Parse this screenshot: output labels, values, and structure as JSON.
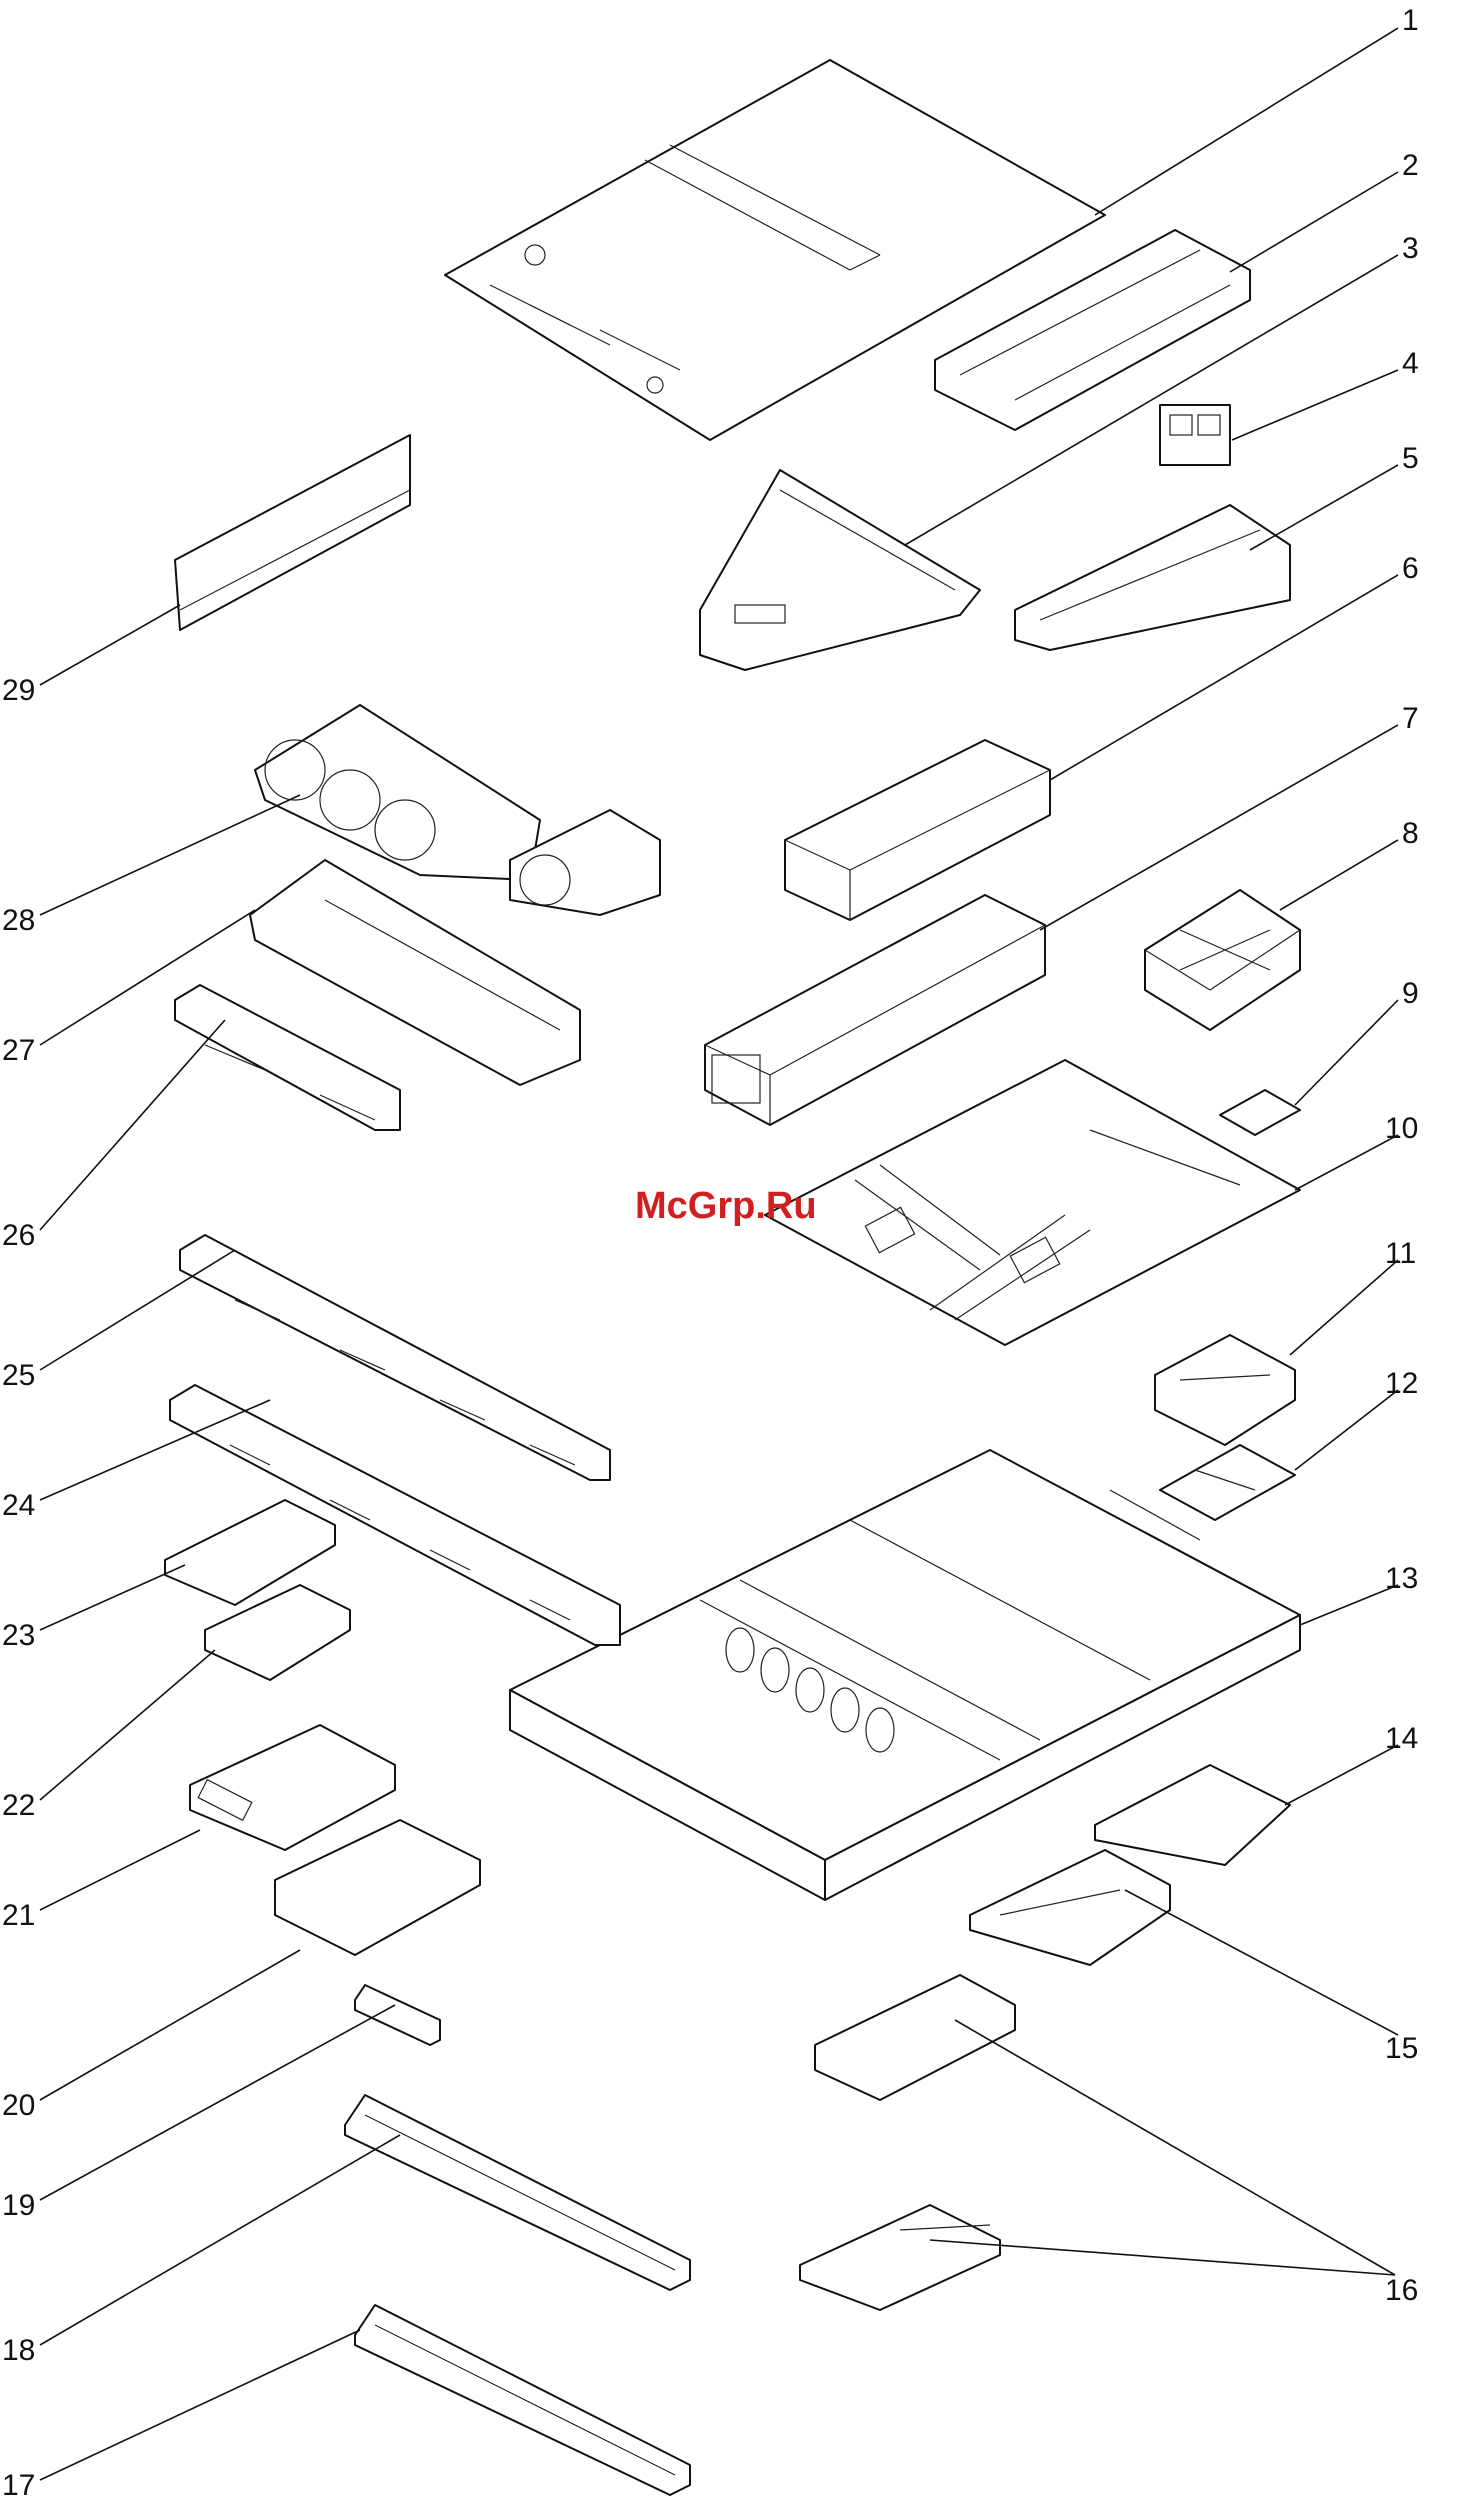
{
  "watermark": "McGrp.Ru",
  "callouts": [
    {
      "label": "1"
    },
    {
      "label": "2"
    },
    {
      "label": "3"
    },
    {
      "label": "4"
    },
    {
      "label": "5"
    },
    {
      "label": "6"
    },
    {
      "label": "7"
    },
    {
      "label": "8"
    },
    {
      "label": "9"
    },
    {
      "label": "10"
    },
    {
      "label": "11"
    },
    {
      "label": "12"
    },
    {
      "label": "13"
    },
    {
      "label": "14"
    },
    {
      "label": "15"
    },
    {
      "label": "16"
    },
    {
      "label": "17"
    },
    {
      "label": "18"
    },
    {
      "label": "19"
    },
    {
      "label": "20"
    },
    {
      "label": "21"
    },
    {
      "label": "22"
    },
    {
      "label": "23"
    },
    {
      "label": "24"
    },
    {
      "label": "25"
    },
    {
      "label": "26"
    },
    {
      "label": "27"
    },
    {
      "label": "28"
    },
    {
      "label": "29"
    }
  ]
}
